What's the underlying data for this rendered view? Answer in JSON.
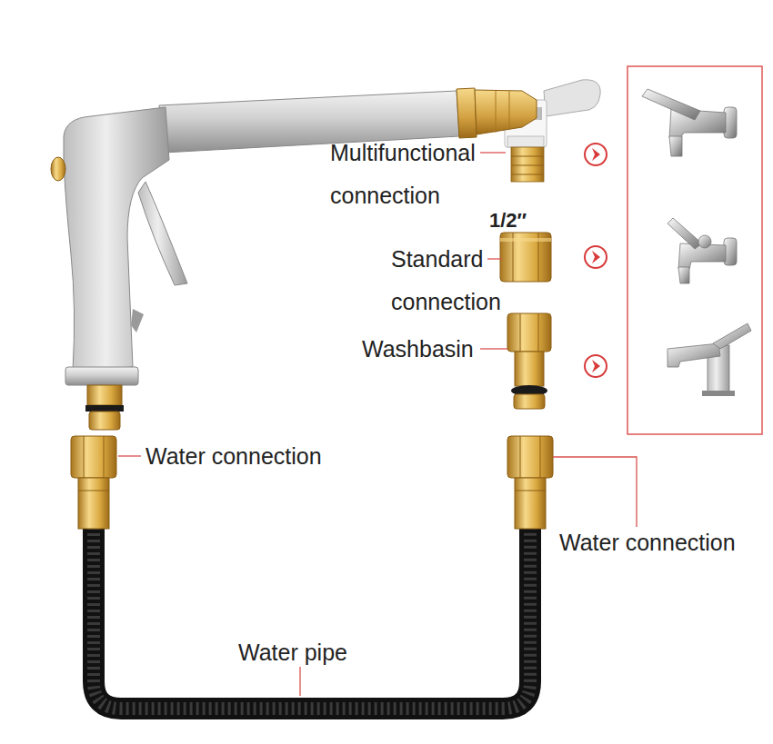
{
  "diagram": {
    "labels": [
      "Multifunctional connection",
      "1/2″",
      "Standard connection",
      "Washbasin",
      "Water connection",
      "Water connection",
      "Water pipe"
    ]
  }
}
